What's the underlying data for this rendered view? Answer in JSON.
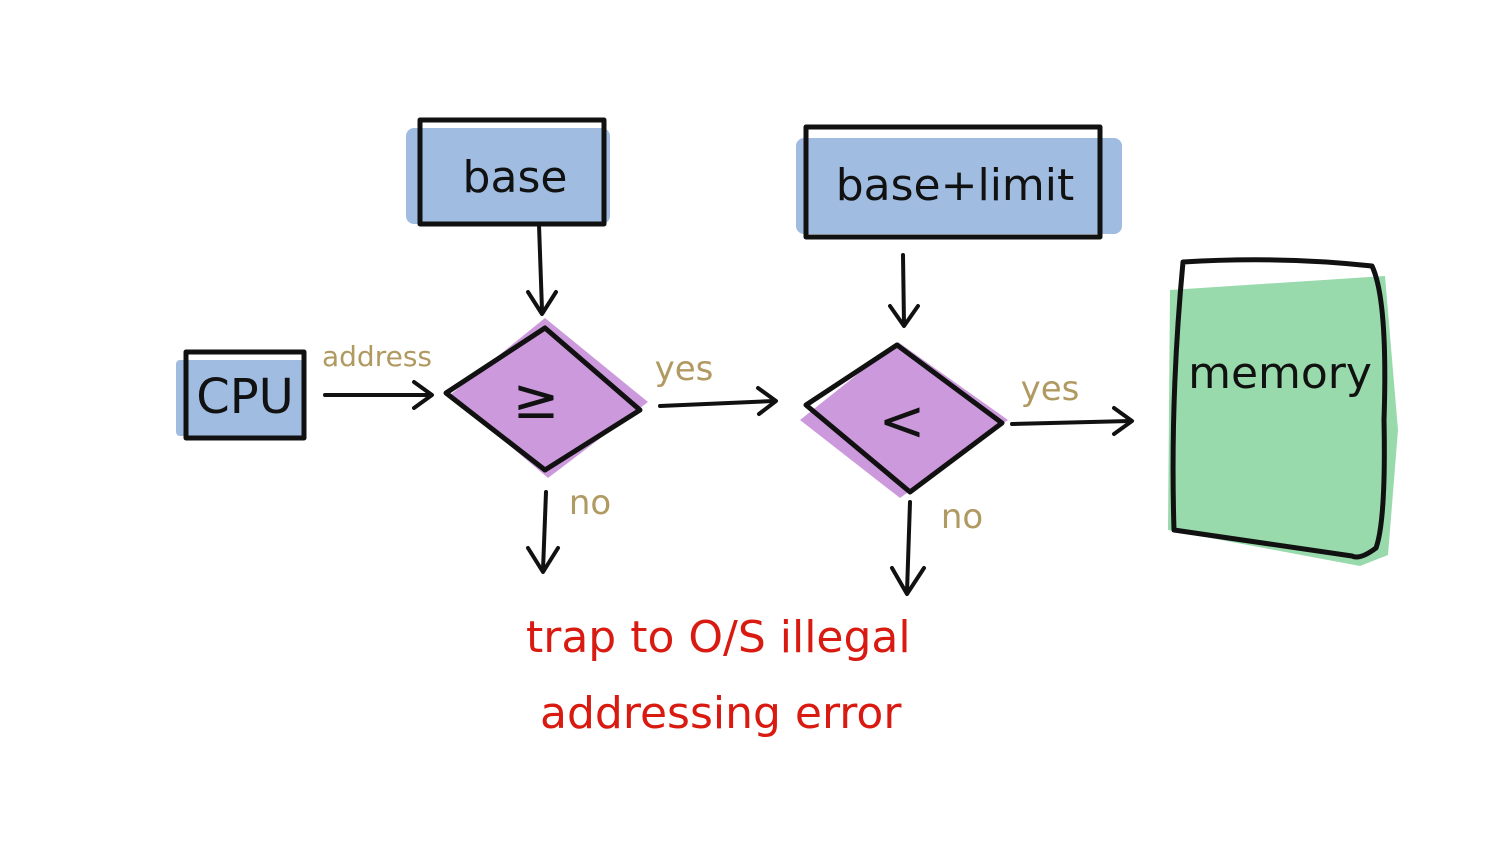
{
  "colors": {
    "register_fill": "#8fb0dc",
    "decision_fill": "#c78fd8",
    "memory_fill": "#92d8a6",
    "edge_label": "#b09a62",
    "error_text": "#d81a10",
    "ink": "#111111"
  },
  "nodes": {
    "cpu": "CPU",
    "base": "base",
    "base_limit": "base+limit",
    "compare_ge": "≥",
    "compare_lt": "<",
    "memory": "memory"
  },
  "edges": {
    "address": "address",
    "yes_first": "yes",
    "yes_second": "yes",
    "no_first": "no",
    "no_second": "no"
  },
  "error": {
    "line1": "trap to O/S illegal",
    "line2": "addressing error"
  }
}
